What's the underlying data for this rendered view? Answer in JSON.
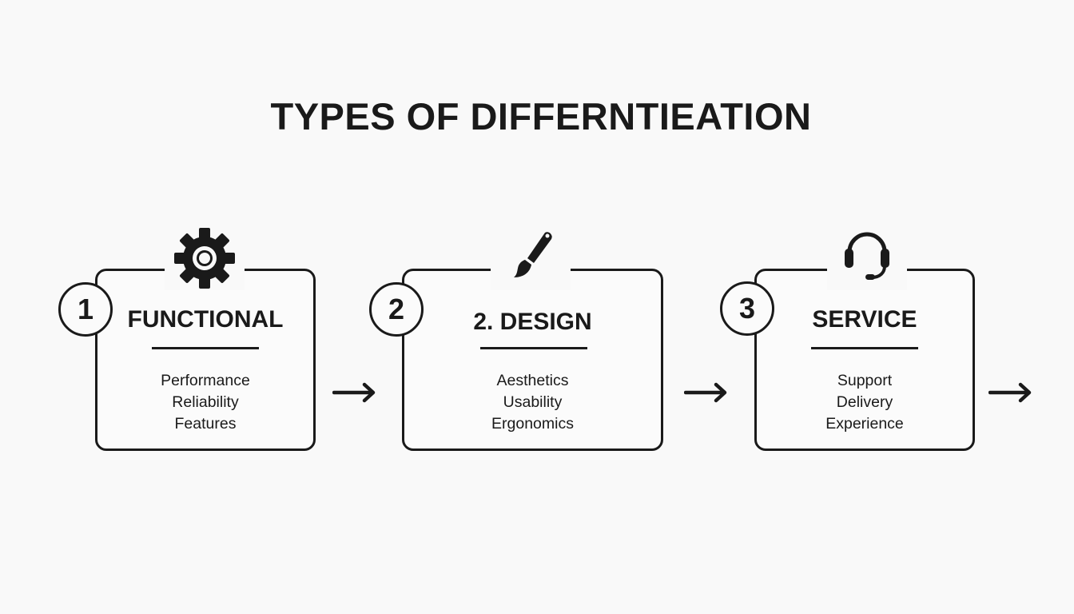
{
  "title": "TYPES OF DIFFERNTIEATION",
  "cards": [
    {
      "number": "1",
      "heading": "FUNCTIONAL",
      "icon": "gear-icon",
      "items": [
        "Performance",
        "Reliability",
        "Features"
      ]
    },
    {
      "number": "2",
      "heading": "2. DESIGN",
      "icon": "paintbrush-icon",
      "items": [
        "Aesthetics",
        "Usability",
        "Ergonomics"
      ]
    },
    {
      "number": "3",
      "heading": "SERVICE",
      "icon": "headset-icon",
      "items": [
        "Support",
        "Delivery",
        "Experience"
      ]
    }
  ]
}
